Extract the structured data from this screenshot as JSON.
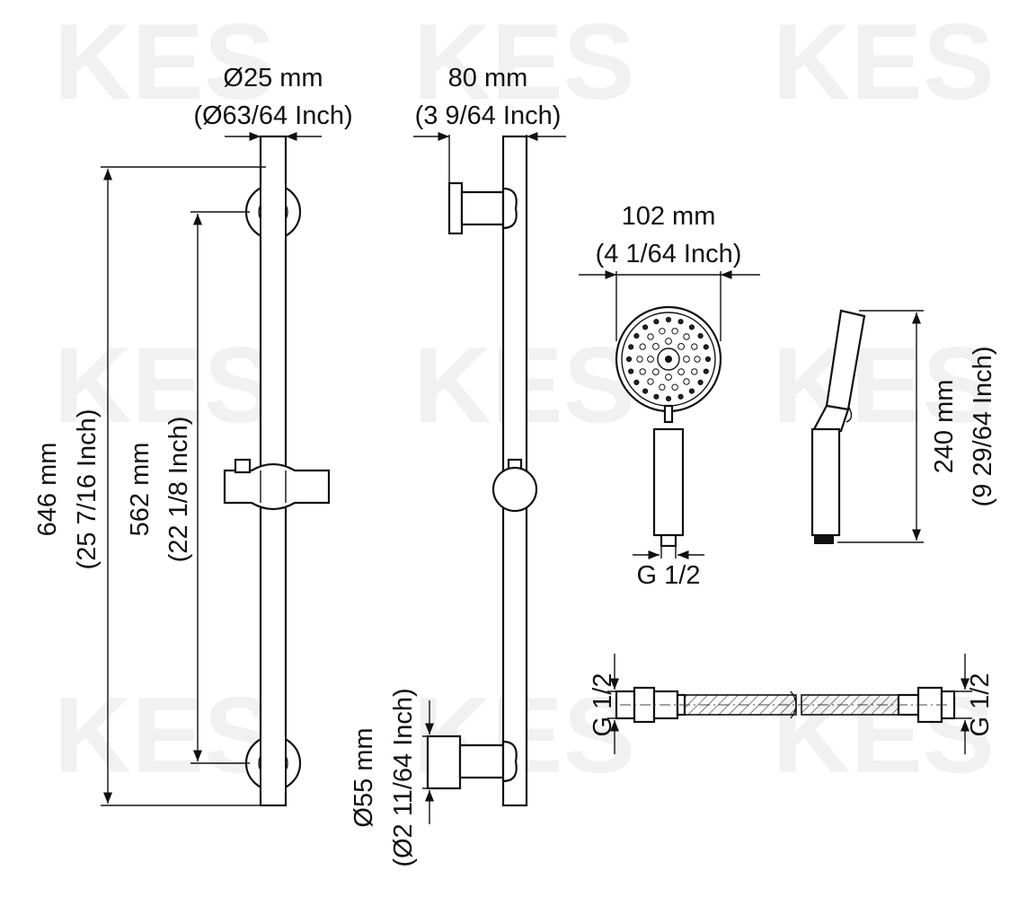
{
  "watermark": "KES",
  "dimensions": {
    "rail_diameter": {
      "metric": "Ø25 mm",
      "imperial": "(Ø63/64 Inch)"
    },
    "wall_offset": {
      "metric": "80 mm",
      "imperial": "(3 9/64 Inch)"
    },
    "overall_length": {
      "metric": "646 mm",
      "imperial": "(25 7/16 Inch)"
    },
    "mount_spacing": {
      "metric": "562 mm",
      "imperial": "(22 1/8 Inch)"
    },
    "flange_diameter": {
      "metric": "Ø55 mm",
      "imperial": "(Ø2 11/64 Inch)"
    },
    "head_diameter": {
      "metric": "102 mm",
      "imperial": "(4 1/64 Inch)"
    },
    "handshower_length": {
      "metric": "240 mm",
      "imperial": "(9 29/64 Inch)"
    },
    "handshower_thread": "G 1/2",
    "hose_thread_left": "G 1/2",
    "hose_thread_right": "G 1/2"
  }
}
